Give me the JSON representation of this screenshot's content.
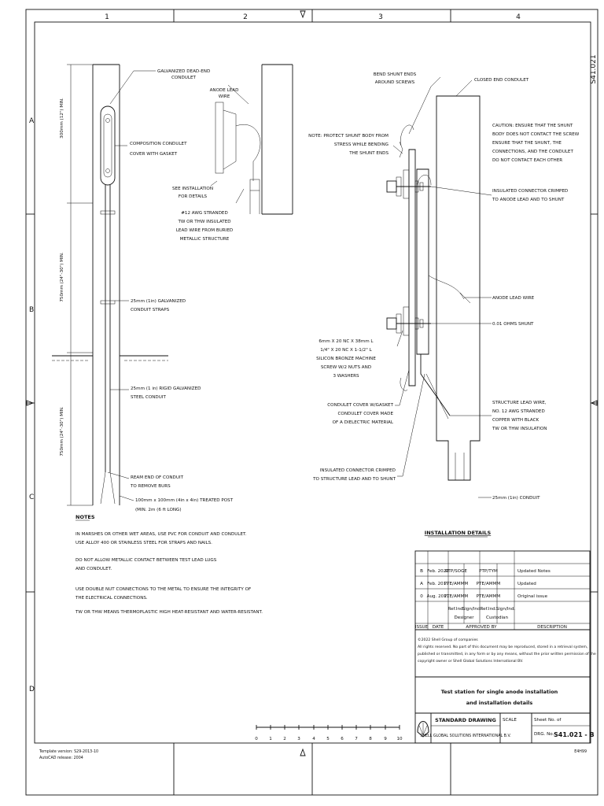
{
  "sheet_code": "S41.021",
  "grid": {
    "columns": [
      "1",
      "2",
      "3",
      "4"
    ],
    "rows": [
      "A",
      "B",
      "C",
      "D"
    ]
  },
  "left_detail": {
    "labels": {
      "dead_end": [
        "GALVANIZED DEAD-END",
        "CONDULET"
      ],
      "anode_wire": [
        "ANODE LEAD",
        "WIRE"
      ],
      "cover": [
        "COMPOSITION CONDULET",
        "COVER WITH GASKET"
      ],
      "see_install": [
        "SEE INSTALLATION",
        "FOR DETAILS"
      ],
      "awg": [
        "#12 AWG STRANDED",
        "TW OR THW INSULATED",
        "LEAD WIRE FROM BURIED",
        "METALLIC STRUCTURE"
      ],
      "straps": [
        "25mm (1in) GALVANIZED",
        "CONDUIT STRAPS"
      ],
      "rigid": [
        "25mm (1 in) RIGID GALVANIZED",
        "STEEL CONDUIT"
      ],
      "ream": [
        "REAM END OF CONDUIT",
        "TO REMOVE BURS"
      ],
      "post": [
        "100mm x 100mm (4in x 4in) TREATED POST",
        "(MIN. 2m (6 ft LONG)"
      ]
    },
    "dims": [
      "300mm (12\") MIN.",
      "750mm (24\"-30\") MIN.",
      "750mm (24\"-30\") MIN."
    ]
  },
  "right_detail": {
    "labels": {
      "bend": [
        "BEND SHUNT ENDS",
        "AROUND SCREWS"
      ],
      "closed": [
        "CLOSED END CONDULET"
      ],
      "protect": [
        "NOTE: PROTECT SHUNT BODY FROM",
        "STRESS WHILE BENDING",
        "THE SHUNT ENDS"
      ],
      "caution": [
        "CAUTION: ENSURE THAT THE SHUNT",
        "BODY DOES NOT CONTACT THE SCREW",
        "ENSURE THAT THE SHUNT, THE",
        "CONNECTIONS, AND THE CONDULET",
        "DO NOT CONTACT EACH OTHER"
      ],
      "crimped_anode": [
        "INSULATED CONNECTOR CRIMPED",
        "TO ANODE LEAD AND TO SHUNT"
      ],
      "anode_lead": [
        "ANODE LEAD WIRE"
      ],
      "shunt": [
        "0.01 OHMS SHUNT"
      ],
      "bolt": [
        "6mm X 20 NC X 38mm L",
        "1/4\" X 20 NC X 1-1/2\" L",
        "SILICON BRONZE MACHINE",
        "SCREW W/2 NUTS AND",
        "3 WASHERS"
      ],
      "condulet_cover": [
        "CONDULET COVER W/GASKET",
        "CONDULET COVER MADE",
        "OF A DIELECTRIC MATERIAL"
      ],
      "structure": [
        "STRUCTURE LEAD WIRE,",
        "NO. 12 AWG STRANDED",
        "COPPER WITH BLACK",
        "TW OR THW INSULATION"
      ],
      "crimped_structure": [
        "INSULATED CONNECTOR CRIMPED",
        "TO STRUCTURE LEAD AND TO SHUNT"
      ],
      "conduit": [
        "25mm (1in) CONDUIT"
      ]
    },
    "title": "INSTALLATION DETAILS"
  },
  "notes": {
    "heading": "NOTES",
    "items": [
      [
        "IN MARSHES OR OTHER WET AREAS, USE PVC FOR CONDUIT AND CONDULET.",
        "USE ALLOY 400 OR STAINLESS STEEL FOR STRAPS AND NAILS."
      ],
      [
        "DO NOT ALLOW METALLIC CONTACT BETWEEN TEST LEAD LUGS",
        "AND CONDULET."
      ],
      [
        "USE DOUBLE NUT CONNECTIONS TO THE METAL TO ENSURE THE INTEGRITY OF",
        "THE ELECTRICAL CONNECTIONS."
      ],
      [
        "TW OR THW MEANS THERMOPLASTIC HIGH HEAT-RESISTANT AND WATER-RESISTANT."
      ]
    ]
  },
  "revisions": {
    "rows": [
      [
        "B",
        "Feb. 2022",
        "PTP/SOGE",
        "PTP/TYM",
        "Updated Notes"
      ],
      [
        "A",
        "Feb. 2017",
        "PTE/AMMM",
        "PTE/AMMM",
        "Updated"
      ],
      [
        "0",
        "Aug. 2011",
        "PTE/AMMM",
        "PTE/AMMM",
        "Original issue"
      ]
    ],
    "sub_headers": [
      "Ref.Ind.",
      "Sign/Ind.",
      "Ref.Ind.",
      "Sign/Ind."
    ],
    "sub_headers_2": [
      "Designer",
      "Custodian"
    ],
    "headers": [
      "ISSUE",
      "DATE",
      "APPROVED BY",
      "DESCRIPTION"
    ]
  },
  "copyright": [
    "©2022 Shell Group of companies",
    "All rights reserved. No part of this document may be reproduced, stored in a retrieval system,",
    "published or transmitted, in any form or by any means, without the prior written permission of the",
    "copyright owner or Shell Global Solutions International BV."
  ],
  "title_block": {
    "title": [
      "Test station for single anode installation",
      "and installation details"
    ],
    "standard": "STANDARD DRAWING",
    "company": "SHELL GLOBAL SOLUTIONS INTERNATIONAL B.V.",
    "scale_label": "SCALE",
    "sheet_label": "Sheet No.",
    "sheet_of": "of",
    "drg_label": "DRG. No.",
    "drg_number": "S41.021 - B"
  },
  "scale_bar": {
    "labels": [
      "0",
      "1",
      "2",
      "3",
      "4",
      "5",
      "6",
      "7",
      "8",
      "9",
      "10"
    ]
  },
  "footer": {
    "template": "Template version: S29-2013-10",
    "autocad": "AutoCAD release: 2004",
    "code": "E4H99"
  },
  "colors": {
    "ink": "#111111",
    "paper": "#ffffff"
  }
}
